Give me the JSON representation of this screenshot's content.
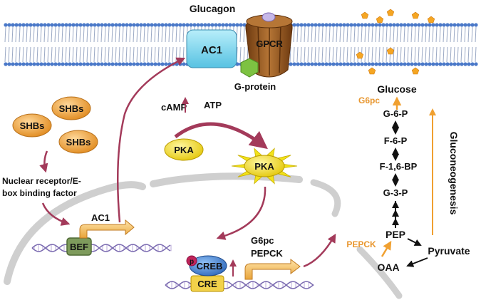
{
  "labels": {
    "glucagon": "Glucagon",
    "ac1_membrane": "AC1",
    "gpcr": "GPCR",
    "g_protein": "G-protein",
    "camp": "cAMP",
    "atp": "ATP",
    "pka_inactive": "PKA",
    "pka_active": "PKA",
    "shbs": [
      "SHBs",
      "SHBs",
      "SHBs"
    ],
    "nuclear_receptor_line1": "Nuclear receptor/E-",
    "nuclear_receptor_line2": "box binding factor",
    "ac1_gene": "AC1",
    "bef": "BEF",
    "p": "p",
    "creb": "CREB",
    "cre": "CRE",
    "g6pc_gene": "G6pc",
    "pepck_gene": "PEPCK",
    "glucose": "Glucose",
    "g6pc_enzyme": "G6pc",
    "g6p": "G-6-P",
    "f6p": "F-6-P",
    "f16bp": "F-1,6-BP",
    "g3p": "G-3-P",
    "pep": "PEP",
    "pepck_enzyme": "PEPCK",
    "pyruvate": "Pyruvate",
    "oaa": "OAA",
    "gluconeogenesis": "Gluconeogenesis"
  },
  "colors": {
    "dark_red_arrow": "#A33A5A",
    "orange_arrow": "#F0A030",
    "orange_text": "#E8962E",
    "membrane_head": "#4A78C8",
    "ac1_box": "#7FD6EE",
    "gpcr": "#9A5A22",
    "g_protein": "#7DC242",
    "shbs": "#F2A03A",
    "pka": "#F2E21A",
    "glucose_pentagon": "#F5A623",
    "creb": "#3F7FD0",
    "cre": "#F2D24A",
    "bef": "#7E9B5C"
  }
}
